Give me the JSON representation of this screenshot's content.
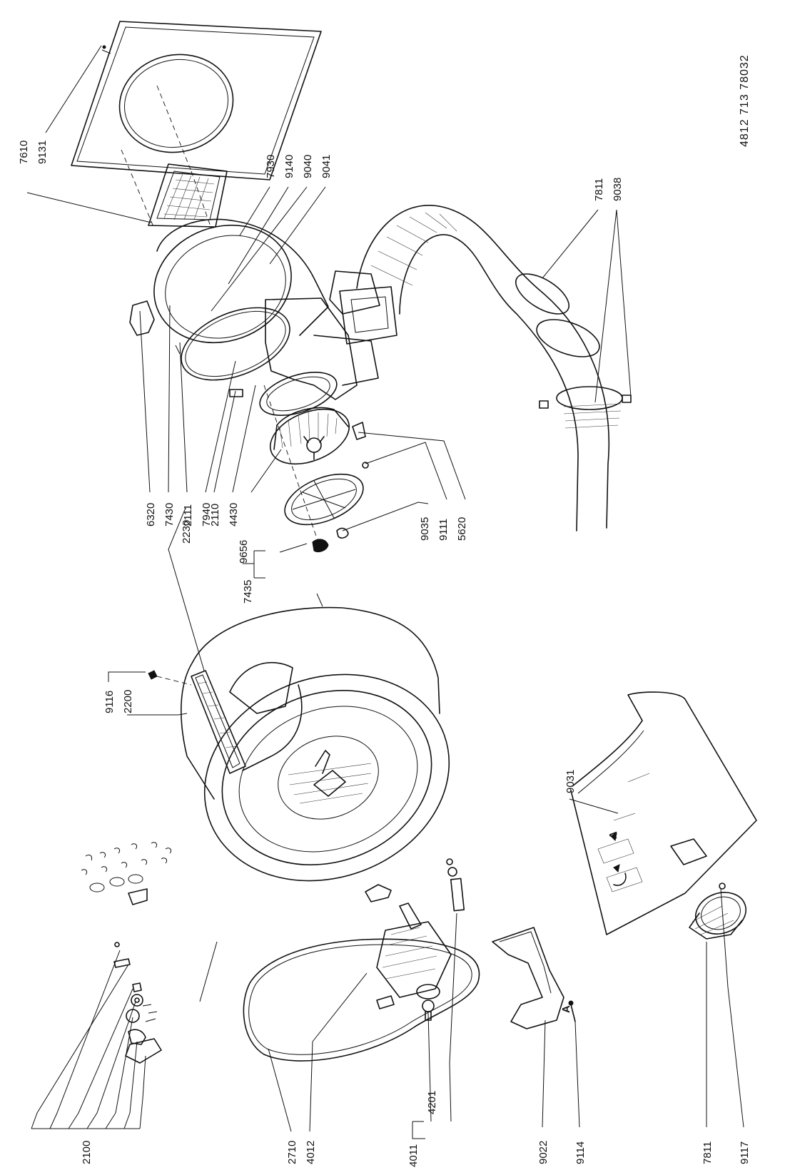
{
  "document_number": "4812 713 78032",
  "section_marker": "A",
  "callouts": [
    {
      "id": "7610"
    },
    {
      "id": "9131"
    },
    {
      "id": "7930"
    },
    {
      "id": "9140"
    },
    {
      "id": "9040"
    },
    {
      "id": "9041"
    },
    {
      "id": "7811"
    },
    {
      "id": "9038"
    },
    {
      "id": "6320"
    },
    {
      "id": "7430"
    },
    {
      "id": "2111"
    },
    {
      "id": "7940"
    },
    {
      "id": "2230"
    },
    {
      "id": "2110"
    },
    {
      "id": "4430"
    },
    {
      "id": "9656"
    },
    {
      "id": "7435"
    },
    {
      "id": "9035"
    },
    {
      "id": "9111"
    },
    {
      "id": "5620"
    },
    {
      "id": "9116"
    },
    {
      "id": "2200"
    },
    {
      "id": "9031"
    },
    {
      "id": "2100"
    },
    {
      "id": "2710"
    },
    {
      "id": "4012"
    },
    {
      "id": "4011"
    },
    {
      "id": "4201"
    },
    {
      "id": "9022"
    },
    {
      "id": "9114"
    },
    {
      "id": "7811"
    },
    {
      "id": "9117"
    }
  ]
}
